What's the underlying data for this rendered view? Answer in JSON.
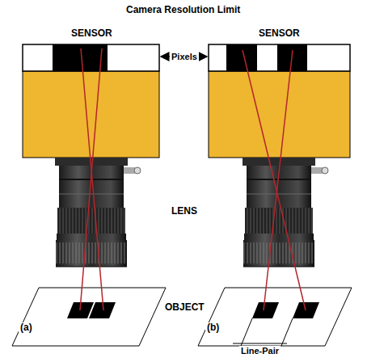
{
  "diagram": {
    "title": "Camera Resolution Limit",
    "labels": [
      "SENSOR",
      "SENSOR",
      "Pixels",
      "LENS",
      "OBJECT",
      "(a)",
      "(b)",
      "Line-Pair"
    ]
  }
}
